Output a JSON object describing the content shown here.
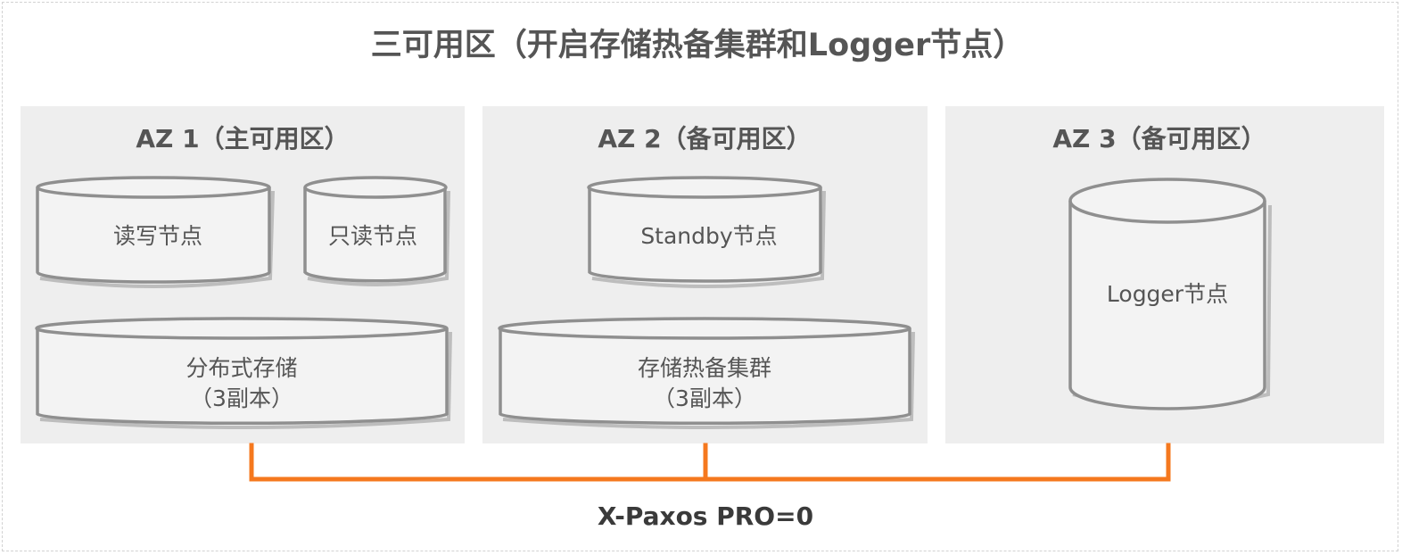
{
  "title": "三可用区（开启存储热备集群和Logger节点）",
  "zones": [
    {
      "title": "AZ 1（主可用区）"
    },
    {
      "title": "AZ 2（备可用区）"
    },
    {
      "title": "AZ 3（备可用区）"
    }
  ],
  "nodes": {
    "rw": {
      "label": "读写节点"
    },
    "ro": {
      "label": "只读节点"
    },
    "standby": {
      "label": "Standby节点"
    },
    "logger": {
      "label": "Logger节点"
    },
    "storage1": {
      "line1": "分布式存储",
      "line2": "（3副本）"
    },
    "storage2": {
      "line1": "存储热备集群",
      "line2": "（3副本）"
    }
  },
  "footer": "X-Paxos PRO=0",
  "colors": {
    "connector": "#f5781e",
    "zone_background": "#eeeeee",
    "cylinder_stroke": "#8f8f8f",
    "text": "#555555"
  }
}
